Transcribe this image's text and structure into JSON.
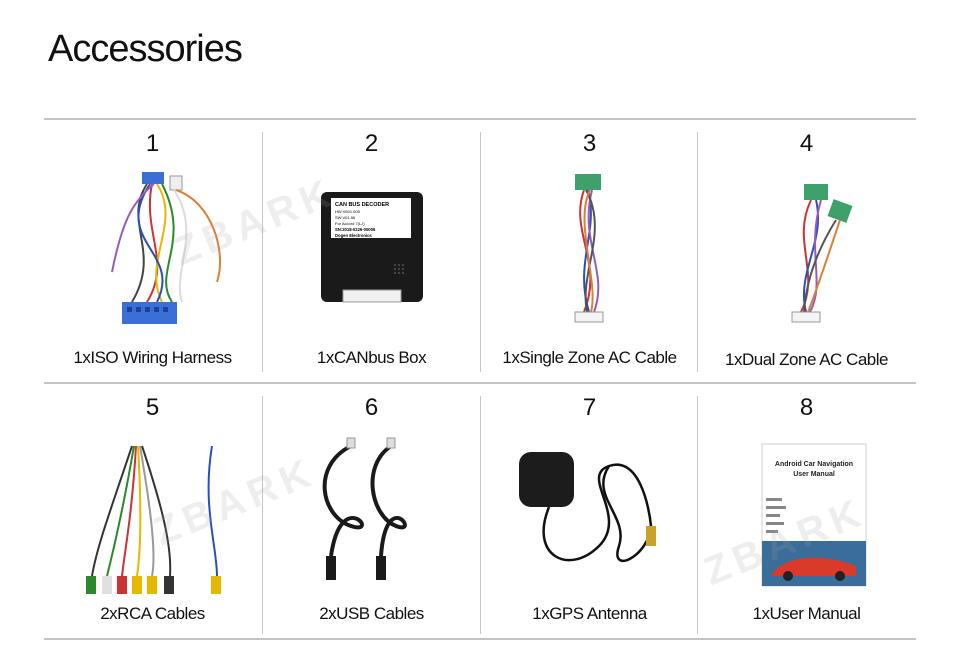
{
  "title": "Accessories",
  "watermark": "ZBARK",
  "items": [
    {
      "number": "1",
      "caption": "1xISO Wiring Harness",
      "icon": "wiring-harness-icon"
    },
    {
      "number": "2",
      "caption": "1xCANbus Box",
      "icon": "canbus-box-icon",
      "label_lines": [
        "CAN BUS DECODER",
        "HW:V601.005",
        "SW:V01.56",
        "For Accord 7(LJ)",
        "SN:2018-0226-00006",
        "Dogen Electronics"
      ]
    },
    {
      "number": "3",
      "caption": "1xSingle Zone AC Cable",
      "icon": "single-zone-cable-icon"
    },
    {
      "number": "4",
      "caption": "1xDual Zone AC Cable",
      "icon": "dual-zone-cable-icon"
    },
    {
      "number": "5",
      "caption": "2xRCA Cables",
      "icon": "rca-cables-icon"
    },
    {
      "number": "6",
      "caption": "2xUSB Cables",
      "icon": "usb-cables-icon"
    },
    {
      "number": "7",
      "caption": "1xGPS Antenna",
      "icon": "gps-antenna-icon"
    },
    {
      "number": "8",
      "caption": "1xUser Manual",
      "icon": "user-manual-icon",
      "manual_title": [
        "Android Car Navigation",
        "User Manual"
      ]
    }
  ]
}
